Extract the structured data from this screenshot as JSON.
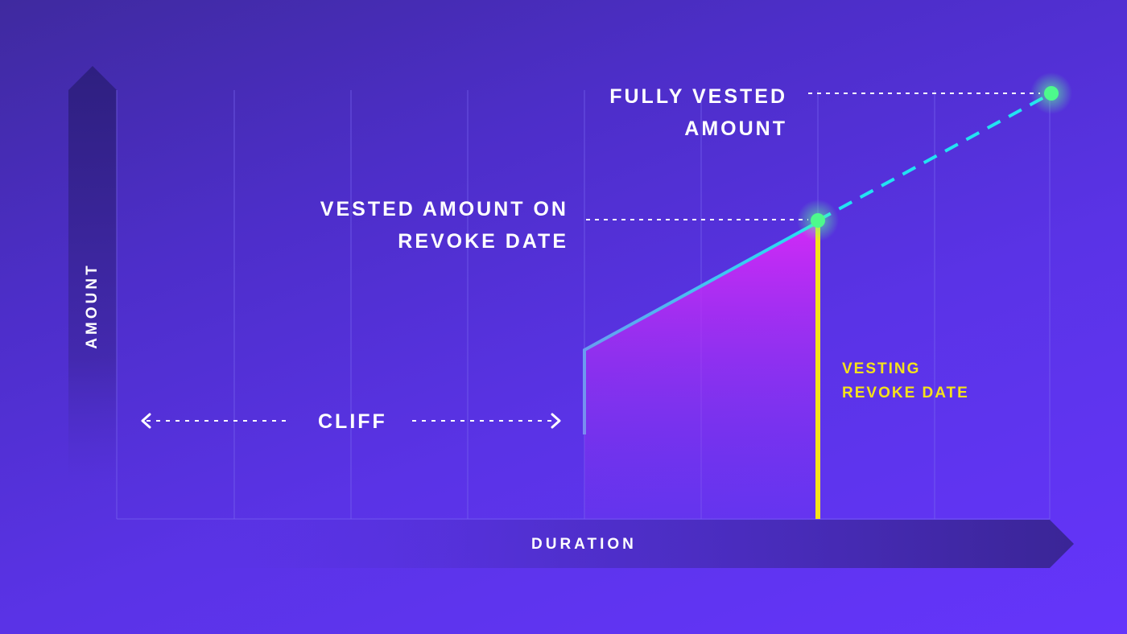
{
  "labels": {
    "fully_vested": [
      "FULLY VESTED",
      "AMOUNT"
    ],
    "revoke_amount": [
      "VESTED AMOUNT ON",
      "REVOKE DATE"
    ],
    "cliff": "CLIFF",
    "revoke_date": [
      "VESTING",
      "REVOKE DATE"
    ],
    "x_axis": "DURATION",
    "y_axis": "AMOUNT"
  },
  "colors": {
    "vesting_line": "#22e3f2",
    "vested_area": "#c62af5",
    "revoke_line": "#f5e21b",
    "marker": "#4dfa8c",
    "gridline": "#7a68f0",
    "axis_band": "#35219a"
  }
}
